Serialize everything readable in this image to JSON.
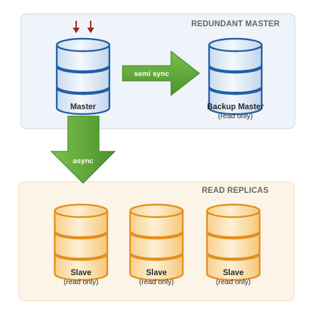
{
  "panels": {
    "redundant": {
      "title": "REDUNDANT MASTER"
    },
    "replicas": {
      "title": "READ REPLICAS"
    }
  },
  "nodes": {
    "master": {
      "label": "Master",
      "sublabel": ""
    },
    "backup": {
      "label": "Backup Master",
      "sublabel": "(read only)"
    },
    "slaves": [
      {
        "label": "Slave",
        "sublabel": "(read only)"
      },
      {
        "label": "Slave",
        "sublabel": "(read only)"
      },
      {
        "label": "Slave",
        "sublabel": "(read only)"
      }
    ]
  },
  "arrows": {
    "semi_sync": {
      "label": "semi sync"
    },
    "async": {
      "label": "async"
    }
  },
  "colors": {
    "db_blue_fill": "#e2ecf7",
    "db_blue_stroke": "#1f5fa6",
    "db_orange_fill": "#fbe4b9",
    "db_orange_stroke": "#e48f1b",
    "arrow_green": "#58a136",
    "arrow_green_dark": "#3e7f24",
    "write_arrow_red": "#9a2a1c",
    "panel_blue_bg": "#eef4fa",
    "panel_blue_border": "#c9d9ea",
    "panel_orange_bg": "#fdf4e8",
    "panel_orange_border": "#f2dcbd"
  }
}
